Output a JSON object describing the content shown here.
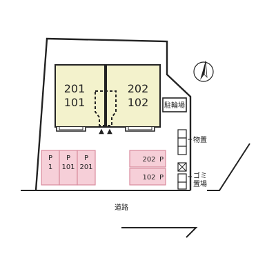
{
  "units": {
    "left": {
      "upper": "201",
      "lower": "101"
    },
    "right": {
      "upper": "202",
      "lower": "102"
    }
  },
  "bicycle_parking": "駐輪場",
  "storage": "物置",
  "garbage": {
    "line1": "ゴミ",
    "line2": "置場"
  },
  "road": "道路",
  "parking_left": [
    {
      "p": "P",
      "num": "1"
    },
    {
      "p": "P",
      "num": "101"
    },
    {
      "p": "P",
      "num": "201"
    }
  ],
  "parking_right": [
    {
      "num": "202",
      "p": "P"
    },
    {
      "num": "102",
      "p": "P"
    }
  ],
  "entrance_marks": [
    "▲",
    "▲"
  ],
  "colors": {
    "building": "#f3f2cc",
    "parking": "#f6cfd8",
    "parking_stroke": "#d88a9c",
    "line": "#222222"
  },
  "compass": "north-arrow"
}
